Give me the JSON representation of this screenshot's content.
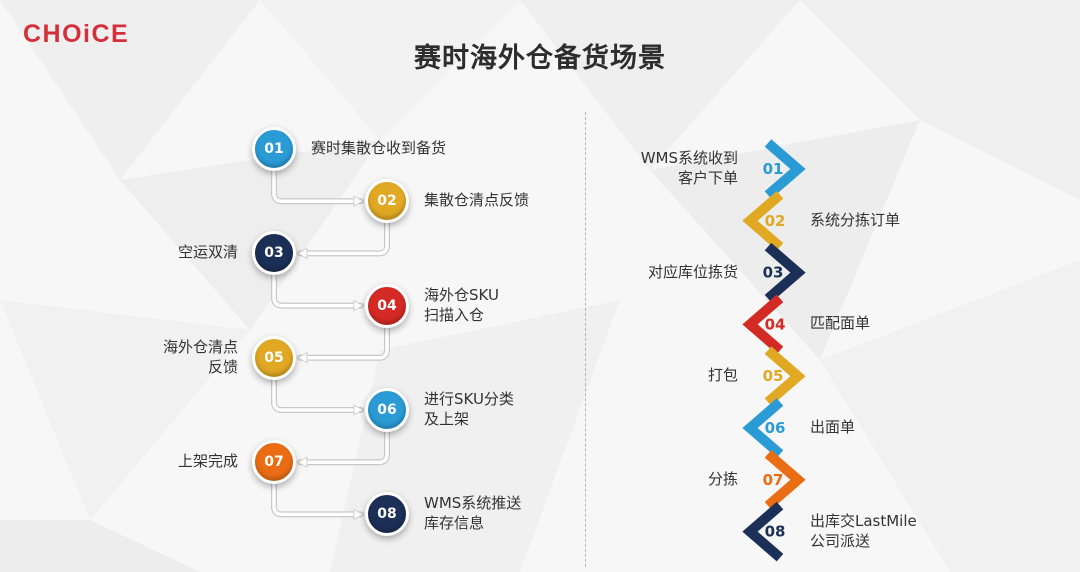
{
  "brand": {
    "logo_text": "CHOiCE",
    "logo_color": "#d4303b"
  },
  "title": "赛时海外仓备货场景",
  "left_flow": {
    "steps": [
      {
        "num": "01",
        "label_lines": [
          "赛时集散仓收到备货"
        ],
        "color": "#2a9bd5"
      },
      {
        "num": "02",
        "label_lines": [
          "集散仓清点反馈"
        ],
        "color": "#e0a823"
      },
      {
        "num": "03",
        "label_lines": [
          "空运双清"
        ],
        "color": "#1c2f57"
      },
      {
        "num": "04",
        "label_lines": [
          "海外仓SKU",
          "扫描入仓"
        ],
        "color": "#d42a25"
      },
      {
        "num": "05",
        "label_lines": [
          "海外仓清点",
          "反馈"
        ],
        "color": "#e0a823"
      },
      {
        "num": "06",
        "label_lines": [
          "进行SKU分类",
          "及上架"
        ],
        "color": "#2a9bd5"
      },
      {
        "num": "07",
        "label_lines": [
          "上架完成"
        ],
        "color": "#ea6d14"
      },
      {
        "num": "08",
        "label_lines": [
          "WMS系统推送",
          "库存信息"
        ],
        "color": "#1c2f57"
      }
    ]
  },
  "right_flow": {
    "steps": [
      {
        "num": "01",
        "label_lines": [
          "WMS系统收到",
          "客户下单"
        ],
        "color": "#2a9bd5"
      },
      {
        "num": "02",
        "label_lines": [
          "系统分拣订单"
        ],
        "color": "#e0a823"
      },
      {
        "num": "03",
        "label_lines": [
          "对应库位拣货"
        ],
        "color": "#1c2f57"
      },
      {
        "num": "04",
        "label_lines": [
          "匹配面单"
        ],
        "color": "#d42a25"
      },
      {
        "num": "05",
        "label_lines": [
          "打包"
        ],
        "color": "#e0a823"
      },
      {
        "num": "06",
        "label_lines": [
          "出面单"
        ],
        "color": "#2a9bd5"
      },
      {
        "num": "07",
        "label_lines": [
          "分拣"
        ],
        "color": "#ea6d14"
      },
      {
        "num": "08",
        "label_lines": [
          "出库交LastMile",
          "公司派送"
        ],
        "color": "#1c2f57"
      }
    ]
  }
}
